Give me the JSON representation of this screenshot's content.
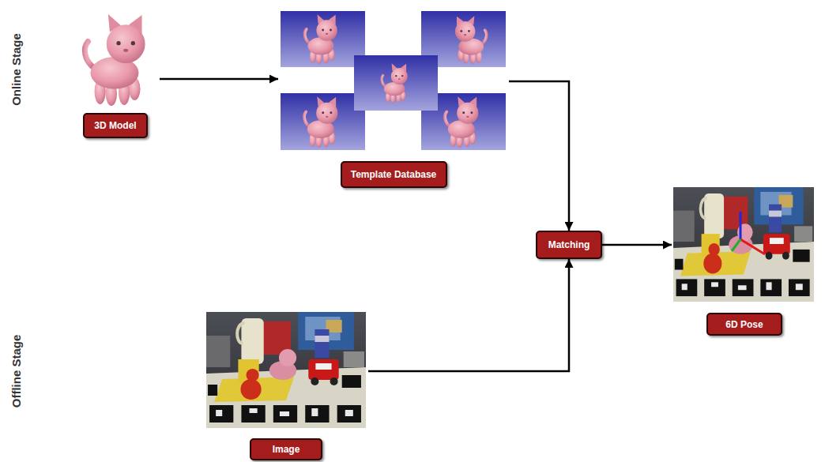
{
  "diagram": {
    "nodes": [
      {
        "text": [
          "3D Model"
        ]
      },
      {
        "text": [
          "Template Database"
        ]
      },
      {
        "text": [
          "Matching"
        ]
      },
      {
        "text": [
          "6D Pose"
        ]
      },
      {
        "text": [
          "Image"
        ]
      }
    ],
    "edges": [
      {
        "from": 0,
        "to": 1,
        "arrow": "to"
      },
      {
        "from": 1,
        "to": 2,
        "arrow": "to"
      },
      {
        "from": 4,
        "to": 2,
        "arrow": "to"
      },
      {
        "from": 2,
        "to": 3,
        "arrow": "to"
      }
    ],
    "labels": [
      "Online Stage",
      "Offline Stage"
    ]
  }
}
